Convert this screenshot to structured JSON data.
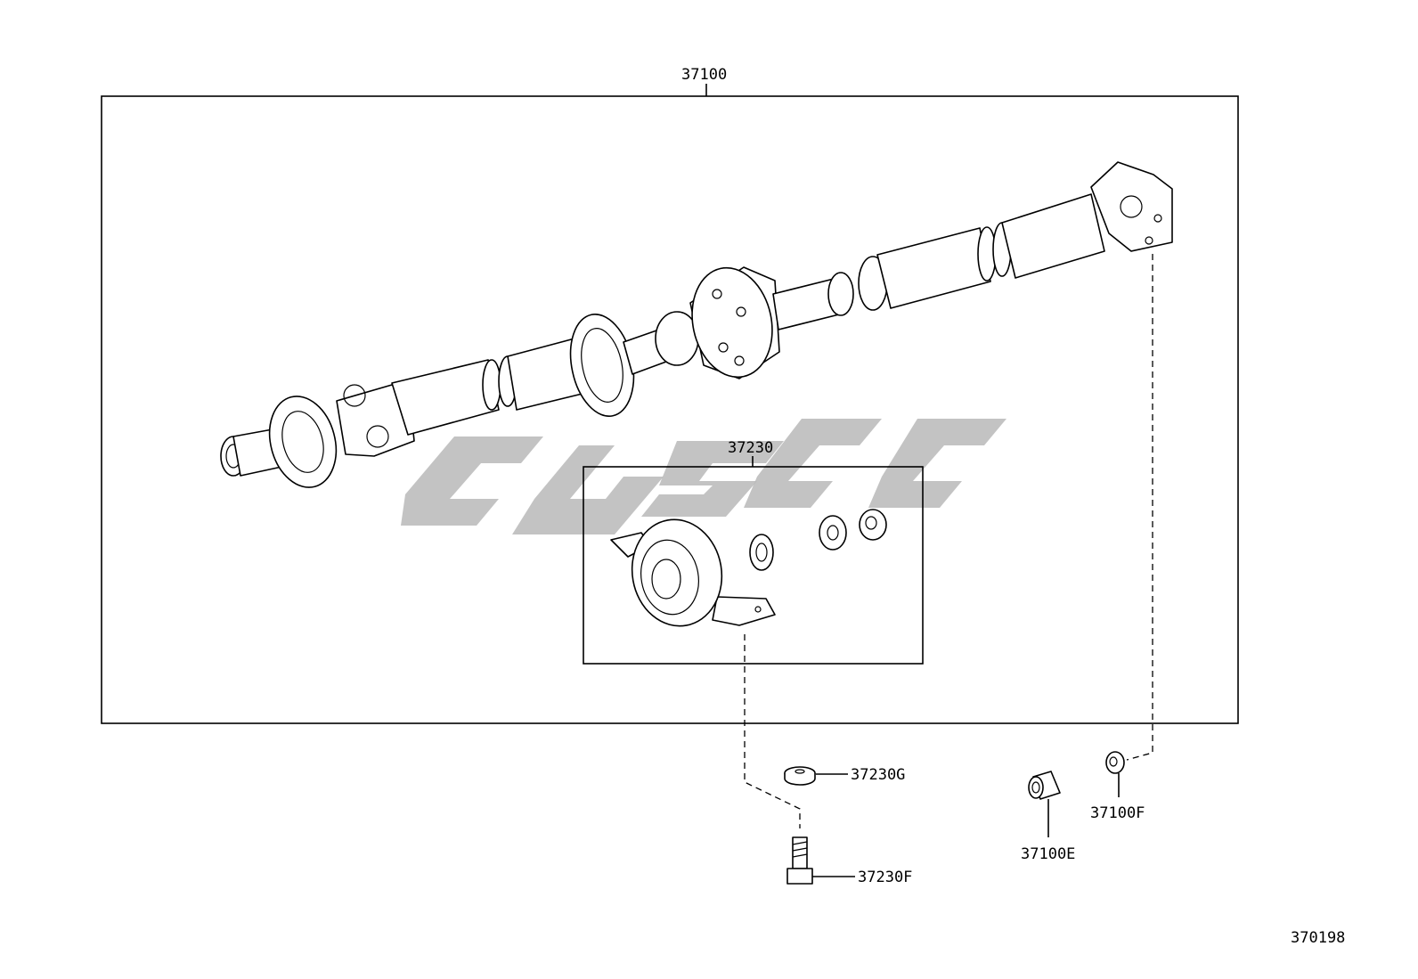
{
  "labels": {
    "assembly": "37100",
    "center_bearing": "37230",
    "washer": "37230G",
    "bolt": "37230F",
    "sleeve": "37100E",
    "nut": "37100F",
    "figure_number": "370198"
  },
  "colors": {
    "line": "#000000",
    "watermark": "#b9b9b9",
    "background": "#ffffff"
  }
}
